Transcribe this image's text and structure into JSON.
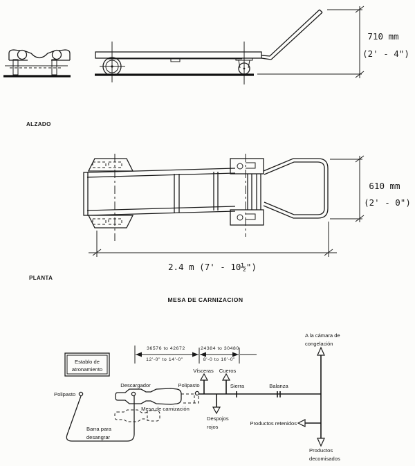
{
  "title": "MESA DE CARNIZACION",
  "elevation": {
    "label": "ALZADO",
    "height_mm": "710 mm",
    "height_ft": "(2' - 4\")"
  },
  "plan": {
    "label": "PLANTA",
    "width_mm": "610 mm",
    "width_ft": "(2' - 0\")",
    "length": "2.4 m (7' - 10½\")"
  },
  "flow": {
    "dims": {
      "d1_mm": "36576 to 42672",
      "d1_ft": "12'-0\" to 14'-0\"",
      "d2_mm": "24384 to 30480",
      "d2_ft": "8'-0 to 10'-0\""
    },
    "establo": [
      "Establo de",
      "atronamiento"
    ],
    "polipasto_left": "Polipasto",
    "descargador": "Descargador",
    "polipasto_mid": "Polipasto",
    "mesa": "Mesa de carnización",
    "barra": [
      "Barra para",
      "desangrar"
    ],
    "visceras": "Vísceras",
    "cueros": "Cueros",
    "sierra": "Sierra",
    "balanza": "Balanza",
    "camara": [
      "A la cámara de",
      "congelación"
    ],
    "despojos": [
      "Despojos",
      "rojos"
    ],
    "retenidos": "Productos retenidos",
    "decomisados": [
      "Productos",
      "decomisados"
    ]
  }
}
